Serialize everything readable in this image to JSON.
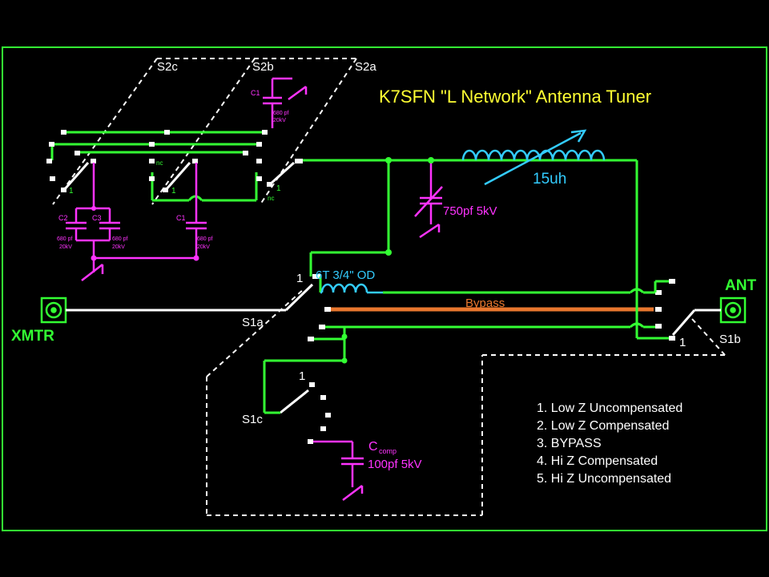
{
  "title": "K7SFN \"L Network\" Antenna Tuner",
  "colors": {
    "background": "#000000",
    "frame": "#33ff33",
    "wire_green": "#33ff33",
    "wire_white": "#ffffff",
    "component_magenta": "#ff33ff",
    "inductor_cyan": "#33ccff",
    "title_yellow": "#ffff33",
    "bypass_orange": "#e8772e"
  },
  "labels": {
    "s2a": "S2a",
    "s2b": "S2b",
    "s2c": "S2c",
    "s1a": "S1a",
    "s1b": "S1b",
    "s1c": "S1c",
    "xmtr": "XMTR",
    "ant": "ANT",
    "bypass": "Bypass",
    "coil_main": "15uh",
    "coil_small": "6T 3/4\" OD",
    "cap_variable": "750pf 5kV",
    "ccomp_main": "C",
    "ccomp_sub": "comp",
    "ccomp_value": "100pf 5kV",
    "pos_one": "1",
    "nc": "nc"
  },
  "capacitors": [
    {
      "ref": "C1",
      "value": "680 pf",
      "voltage": "20kV"
    },
    {
      "ref": "C2",
      "value": "680 pf",
      "voltage": "20kV"
    },
    {
      "ref": "C3",
      "value": "680 pf",
      "voltage": "20kV"
    },
    {
      "ref": "C1",
      "value": "680 pf",
      "voltage": "20kV"
    }
  ],
  "legend": [
    "1. Low Z Uncompensated",
    "2. Low Z Compensated",
    "3. BYPASS",
    "4. Hi Z Compensated",
    "5. Hi Z Uncompensated"
  ]
}
